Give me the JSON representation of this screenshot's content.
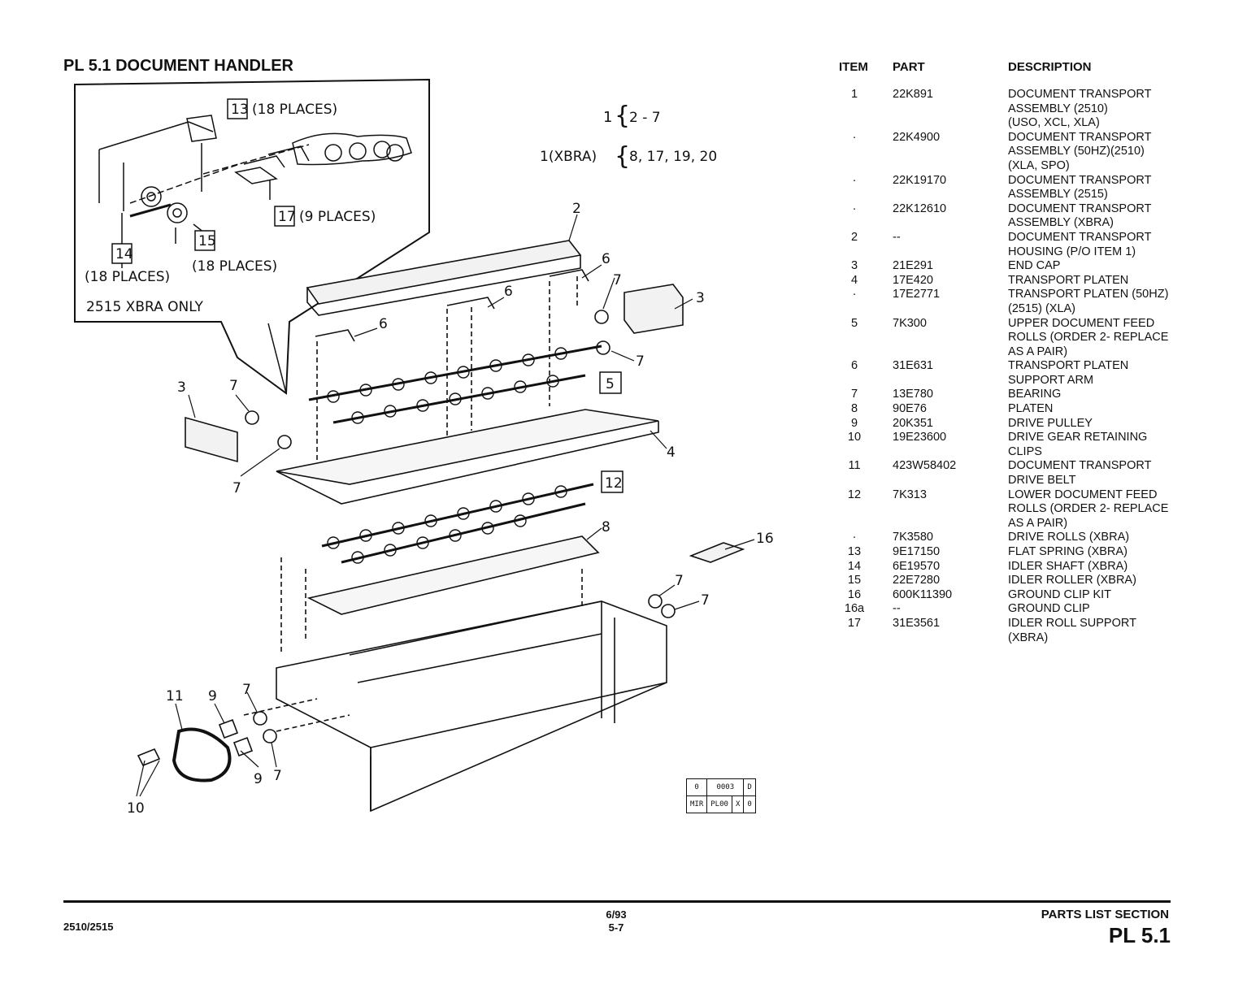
{
  "page": {
    "title": "PL 5.1 DOCUMENT HANDLER"
  },
  "diagram": {
    "inset": {
      "callouts": [
        {
          "ref": "13",
          "note": "(18 PLACES)"
        },
        {
          "ref": "17",
          "note": "(9 PLACES)"
        },
        {
          "ref": "15",
          "note": "(18 PLACES)"
        },
        {
          "ref": "14",
          "note": "(18 PLACES)"
        }
      ],
      "caption": "2515 XBRA ONLY"
    },
    "brackets": {
      "line1_item": "1",
      "line1_range": "2 - 7",
      "line2_item": "1(XBRA)",
      "line2_range": "8, 17, 19, 20"
    },
    "boxed_refs": [
      "5",
      "12"
    ],
    "labels": [
      "2",
      "6",
      "6",
      "6",
      "7",
      "7",
      "7",
      "7",
      "7",
      "7",
      "7",
      "7",
      "3",
      "3",
      "4",
      "8",
      "16",
      "11",
      "9",
      "9",
      "10"
    ],
    "revision_box": {
      "r1": [
        "0",
        "0003",
        "D"
      ],
      "r2": [
        "MIR",
        "PL00",
        "X",
        "0"
      ]
    }
  },
  "parts_table": {
    "headers": {
      "item": "ITEM",
      "part": "PART",
      "description": "DESCRIPTION"
    },
    "rows": [
      {
        "item": "1",
        "part": "22K891",
        "desc": [
          "DOCUMENT TRANSPORT",
          "ASSEMBLY (2510)",
          "(USO, XCL, XLA)"
        ]
      },
      {
        "item": "·",
        "part": "22K4900",
        "desc": [
          "DOCUMENT TRANSPORT",
          "ASSEMBLY (50HZ)(2510)",
          "(XLA, SPO)"
        ]
      },
      {
        "item": "·",
        "part": "22K19170",
        "desc": [
          "DOCUMENT TRANSPORT",
          "ASSEMBLY (2515)"
        ]
      },
      {
        "item": "·",
        "part": "22K12610",
        "desc": [
          "DOCUMENT TRANSPORT",
          "ASSEMBLY (XBRA)"
        ]
      },
      {
        "item": "2",
        "part": "--",
        "desc": [
          "DOCUMENT TRANSPORT",
          "HOUSING (P/O ITEM 1)"
        ]
      },
      {
        "item": "3",
        "part": "21E291",
        "desc": [
          "END CAP"
        ]
      },
      {
        "item": "4",
        "part": "17E420",
        "desc": [
          "TRANSPORT PLATEN"
        ]
      },
      {
        "item": "·",
        "part": "17E2771",
        "desc": [
          "TRANSPORT PLATEN (50HZ)",
          "(2515) (XLA)"
        ]
      },
      {
        "item": "5",
        "part": "7K300",
        "desc": [
          "UPPER DOCUMENT FEED",
          "ROLLS (ORDER 2- REPLACE",
          "AS A PAIR)"
        ]
      },
      {
        "item": "6",
        "part": "31E631",
        "desc": [
          "TRANSPORT PLATEN",
          "SUPPORT ARM"
        ]
      },
      {
        "item": "7",
        "part": "13E780",
        "desc": [
          "BEARING"
        ]
      },
      {
        "item": "8",
        "part": "90E76",
        "desc": [
          "PLATEN"
        ]
      },
      {
        "item": "9",
        "part": "20K351",
        "desc": [
          "DRIVE PULLEY"
        ]
      },
      {
        "item": "10",
        "part": "19E23600",
        "desc": [
          "DRIVE GEAR RETAINING",
          "CLIPS"
        ]
      },
      {
        "item": "11",
        "part": "423W58402",
        "desc": [
          "DOCUMENT TRANSPORT",
          "DRIVE BELT"
        ]
      },
      {
        "item": "12",
        "part": "7K313",
        "desc": [
          "LOWER DOCUMENT FEED",
          "ROLLS (ORDER 2- REPLACE",
          "AS A PAIR)"
        ]
      },
      {
        "item": "·",
        "part": "7K3580",
        "desc": [
          "DRIVE ROLLS (XBRA)"
        ]
      },
      {
        "item": "13",
        "part": "9E17150",
        "desc": [
          "FLAT SPRING (XBRA)"
        ]
      },
      {
        "item": "14",
        "part": "6E19570",
        "desc": [
          "IDLER SHAFT (XBRA)"
        ]
      },
      {
        "item": "15",
        "part": "22E7280",
        "desc": [
          "IDLER ROLLER (XBRA)"
        ]
      },
      {
        "item": "16",
        "part": "600K11390",
        "desc": [
          "GROUND CLIP KIT"
        ]
      },
      {
        "item": "16a",
        "part": "--",
        "desc": [
          "GROUND CLIP"
        ]
      },
      {
        "item": "17",
        "part": "31E3561",
        "desc": [
          "IDLER ROLL SUPPORT",
          "(XBRA)"
        ]
      }
    ]
  },
  "footer": {
    "model": "2510/2515",
    "date": "6/93",
    "page": "5-7",
    "section": "PARTS LIST SECTION",
    "pl": "PL 5.1"
  }
}
